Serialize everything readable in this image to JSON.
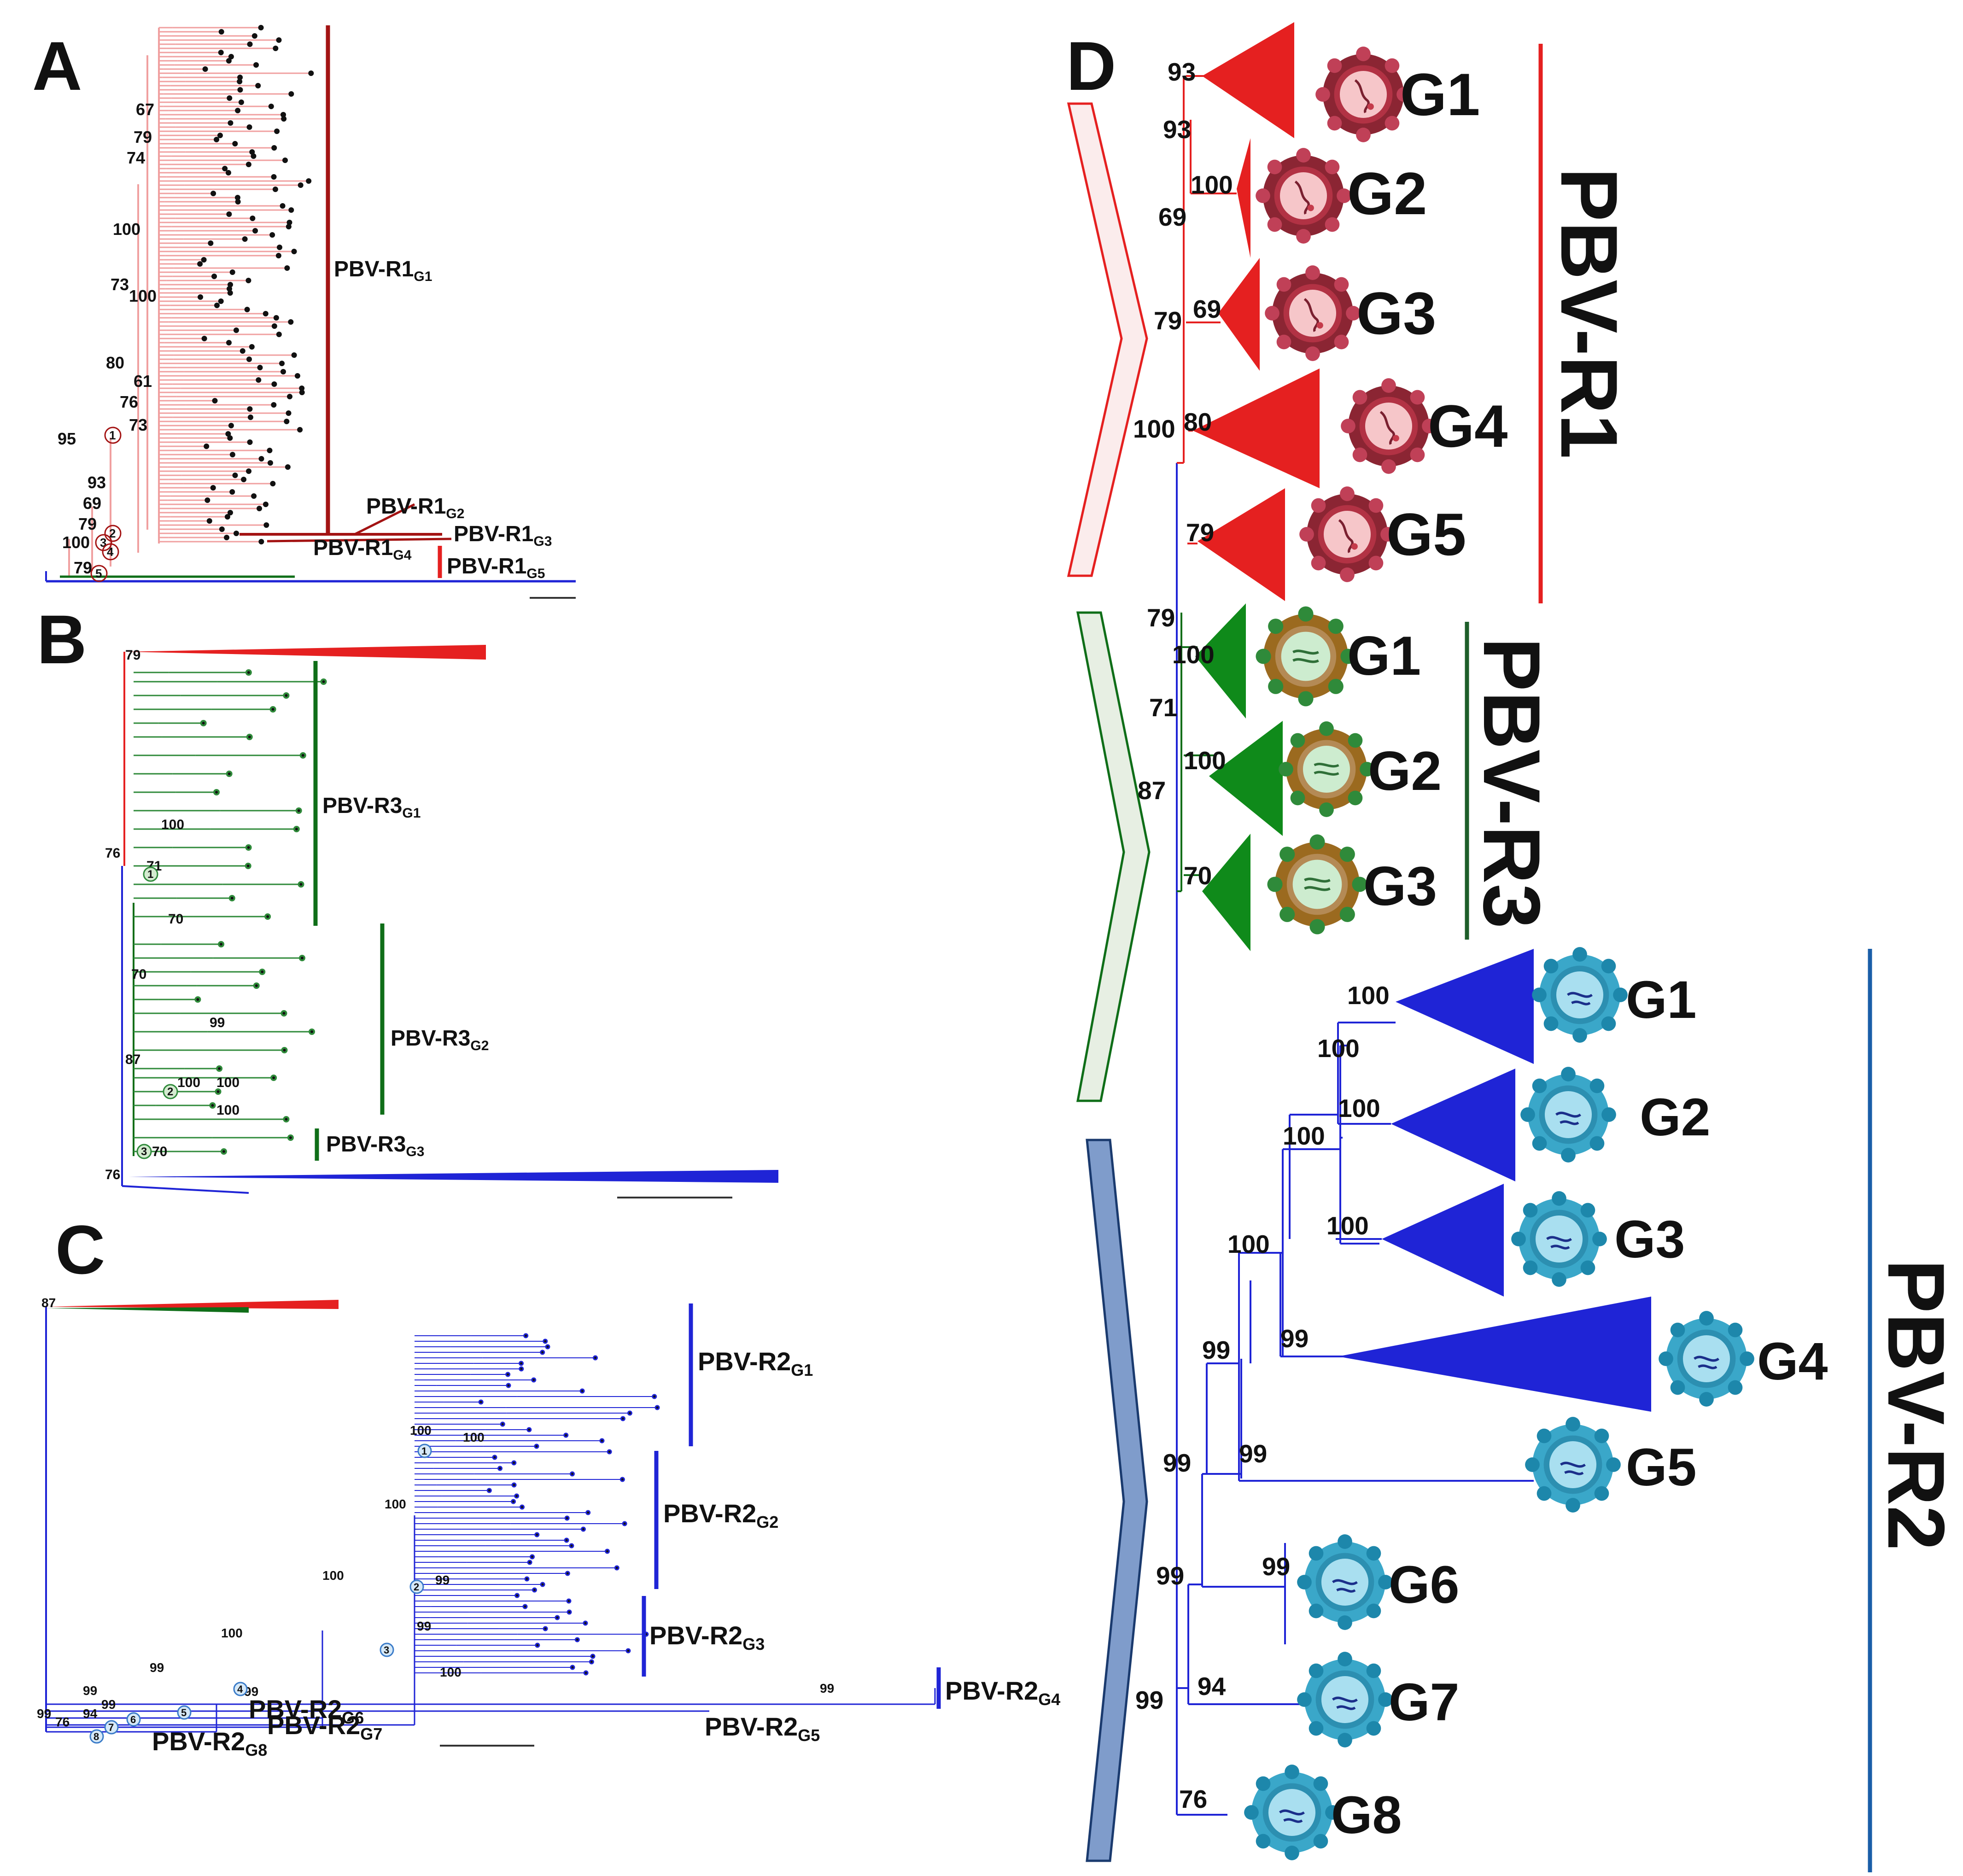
{
  "colors": {
    "r1": "#e52020",
    "r1_light": "#f4a8a8",
    "r1_dark": "#a31313",
    "r3": "#0f6e18",
    "r3_light": "#4da24f",
    "r2": "#1f24d6",
    "r2_line": "#1a5ea8",
    "chevron_r1": "#fbecec",
    "chevron_r3": "#e7efe3",
    "chevron_r2": "#7f9ccb"
  },
  "panel_a": {
    "letter": "A",
    "clades": [
      {
        "base": "PBV-R1",
        "sub": "G1"
      },
      {
        "base": "PBV-R1",
        "sub": "G2"
      },
      {
        "base": "PBV-R1",
        "sub": "G3"
      },
      {
        "base": "PBV-R1",
        "sub": "G4"
      },
      {
        "base": "PBV-R1",
        "sub": "G5"
      }
    ],
    "bootstraps": [
      "67",
      "79",
      "74",
      "100",
      "73",
      "100",
      "80",
      "61",
      "76",
      "73",
      "95",
      "93",
      "69",
      "79",
      "100",
      "79"
    ],
    "node_numbers": [
      "1",
      "2",
      "3",
      "4",
      "5"
    ]
  },
  "panel_b": {
    "letter": "B",
    "clades": [
      {
        "base": "PBV-R3",
        "sub": "G1"
      },
      {
        "base": "PBV-R3",
        "sub": "G2"
      },
      {
        "base": "PBV-R3",
        "sub": "G3"
      }
    ],
    "bootstraps": [
      "79",
      "100",
      "71",
      "70",
      "76",
      "70",
      "99",
      "87",
      "100",
      "100",
      "100",
      "70",
      "76"
    ],
    "node_numbers": [
      "1",
      "2",
      "3"
    ]
  },
  "panel_c": {
    "letter": "C",
    "clades": [
      {
        "base": "PBV-R2",
        "sub": "G1"
      },
      {
        "base": "PBV-R2",
        "sub": "G2"
      },
      {
        "base": "PBV-R2",
        "sub": "G3"
      },
      {
        "base": "PBV-R2",
        "sub": "G4"
      },
      {
        "base": "PBV-R2",
        "sub": "G5"
      },
      {
        "base": "PBV-R2",
        "sub": "G6"
      },
      {
        "base": "PBV-R2",
        "sub": "G7"
      },
      {
        "base": "PBV-R2",
        "sub": "G8"
      }
    ],
    "bootstraps": [
      "87",
      "100",
      "100",
      "100",
      "100",
      "100",
      "99",
      "99",
      "99",
      "100",
      "99",
      "99",
      "99",
      "99",
      "94",
      "76",
      "99"
    ],
    "node_numbers": [
      "1",
      "2",
      "3",
      "4",
      "5",
      "6",
      "7",
      "8"
    ]
  },
  "panel_d": {
    "letter": "D",
    "groups": [
      {
        "label": "PBV-R1",
        "subgroups": [
          "G1",
          "G2",
          "G3",
          "G4",
          "G5"
        ]
      },
      {
        "label": "PBV-R3",
        "subgroups": [
          "G1",
          "G2",
          "G3"
        ]
      },
      {
        "label": "PBV-R2",
        "subgroups": [
          "G1",
          "G2",
          "G3",
          "G4",
          "G5",
          "G6",
          "G7",
          "G8"
        ]
      }
    ],
    "bootstraps_r1": [
      "93",
      "93",
      "100",
      "69",
      "69",
      "79",
      "100",
      "80",
      "79"
    ],
    "bootstraps_r3": [
      "79",
      "100",
      "71",
      "100",
      "87",
      "70"
    ],
    "bootstraps_r2": [
      "100",
      "100",
      "100",
      "100",
      "100",
      "100",
      "99",
      "99",
      "99",
      "99",
      "99",
      "99",
      "94",
      "99",
      "76"
    ],
    "icon_name": "picobirnavirus-virion-icon"
  }
}
